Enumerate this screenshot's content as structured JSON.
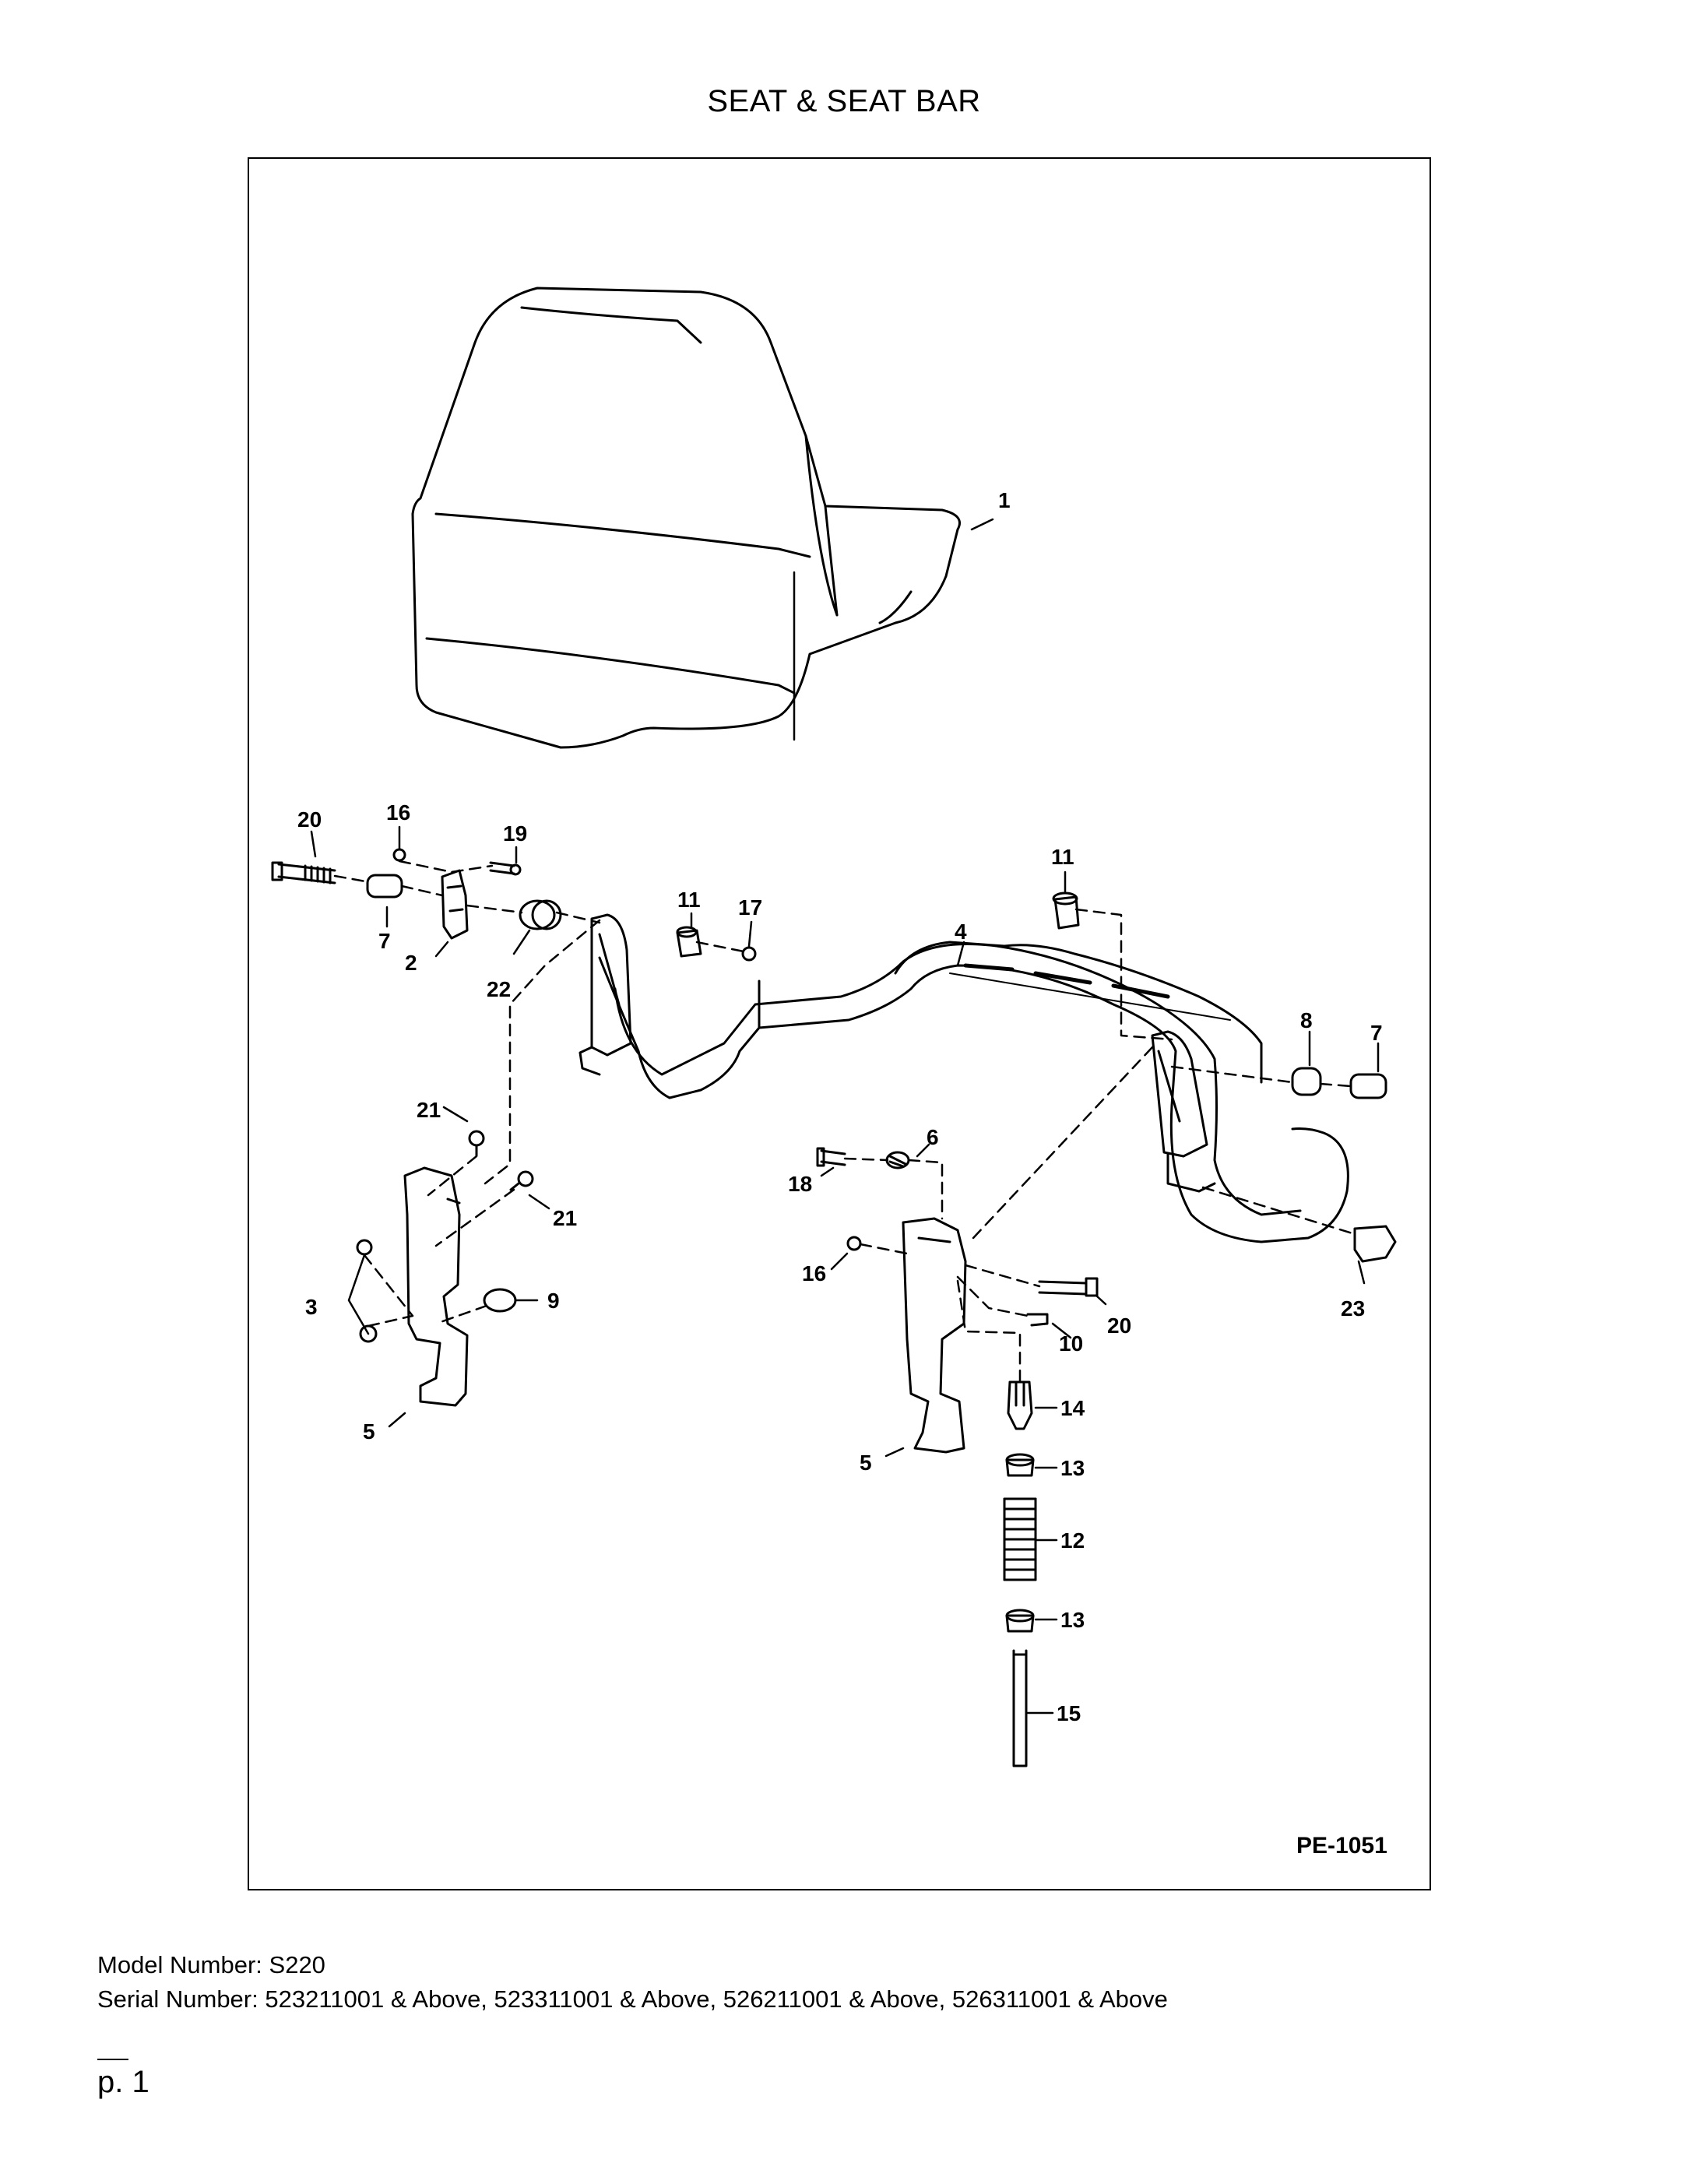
{
  "title": "SEAT & SEAT BAR",
  "diagram": {
    "code": "PE-1051",
    "callouts": [
      "1",
      "2",
      "3",
      "4",
      "5",
      "5",
      "6",
      "7",
      "7",
      "8",
      "9",
      "10",
      "11",
      "11",
      "12",
      "13",
      "13",
      "14",
      "15",
      "16",
      "16",
      "17",
      "18",
      "19",
      "20",
      "20",
      "21",
      "21",
      "22",
      "23"
    ]
  },
  "footer": {
    "model": "Model Number: S220",
    "serial": "Serial Number: 523211001 & Above, 523311001 & Above, 526211001 & Above, 526311001 & Above",
    "page": "p. 1"
  }
}
